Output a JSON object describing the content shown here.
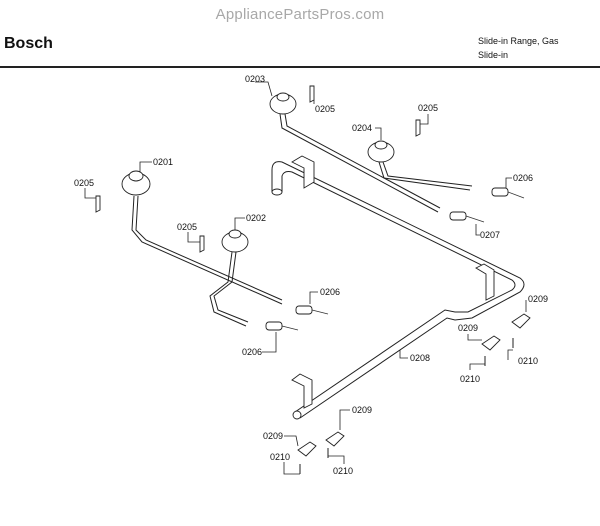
{
  "header": {
    "watermark": "AppliancePartsPros.com",
    "brand": "Bosch",
    "model_line1": "Slide-in Range, Gas",
    "model_line2": "Slide-in"
  },
  "diagram": {
    "callouts": {
      "c0201": "0201",
      "c0202": "0202",
      "c0203": "0203",
      "c0204": "0204",
      "c0205_a": "0205",
      "c0205_b": "0205",
      "c0205_c": "0205",
      "c0205_d": "0205",
      "c0206_a": "0206",
      "c0206_b": "0206",
      "c0206_c": "0206",
      "c0207": "0207",
      "c0208": "0208",
      "c0209_a": "0209",
      "c0209_b": "0209",
      "c0209_c": "0209",
      "c0209_d": "0209",
      "c0210_a": "0210",
      "c0210_b": "0210",
      "c0210_c": "0210",
      "c0210_d": "0210"
    }
  }
}
